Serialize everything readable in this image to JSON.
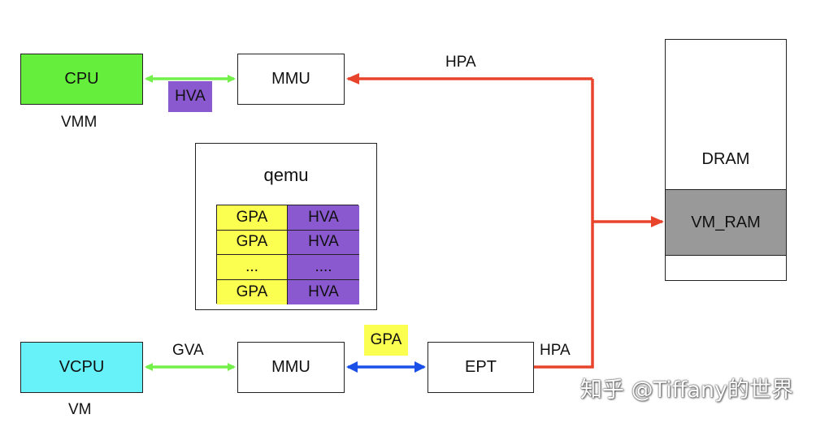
{
  "vmm": {
    "cpu_label": "CPU",
    "caption": "VMM",
    "hva_tag": "HVA",
    "mmu_label": "MMU",
    "hpa_label": "HPA"
  },
  "qemu": {
    "title": "qemu",
    "rows": [
      {
        "gpa": "GPA",
        "hva": "HVA"
      },
      {
        "gpa": "GPA",
        "hva": "HVA"
      },
      {
        "gpa": "...",
        "hva": "...."
      },
      {
        "gpa": "GPA",
        "hva": "HVA"
      }
    ]
  },
  "vm": {
    "vcpu_label": "VCPU",
    "caption": "VM",
    "gva_label": "GVA",
    "mmu_label": "MMU",
    "gpa_tag": "GPA",
    "ept_label": "EPT",
    "hpa_label": "HPA"
  },
  "memory": {
    "dram_label": "DRAM",
    "vm_ram_label": "VM_RAM"
  },
  "watermark": "知乎 @Tiffany的世界",
  "colors": {
    "cpu_fill": "#66ee3c",
    "vcpu_fill": "#66f2f8",
    "hva_fill": "#8a59cf",
    "gpa_fill": "#fbff4f",
    "vm_ram_fill": "#999999",
    "green_arrow": "#74f04a",
    "red_arrow": "#e8442b",
    "blue_arrow": "#1a4fe8"
  }
}
